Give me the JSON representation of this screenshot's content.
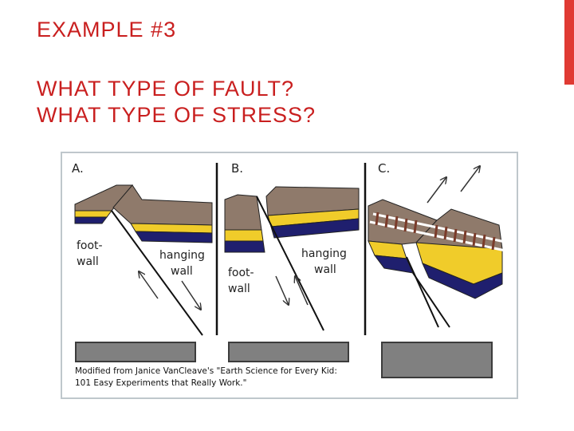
{
  "slide": {
    "heading": "EXAMPLE #3",
    "questions": [
      "WHAT TYPE OF FAULT?",
      "WHAT TYPE OF STRESS?"
    ]
  },
  "figure": {
    "panels": [
      {
        "label": "A.",
        "wall_labels": [
          "foot-",
          "wall",
          "hanging",
          "wall"
        ]
      },
      {
        "label": "B.",
        "wall_labels": [
          "hanging",
          "wall",
          "foot-",
          "wall"
        ]
      },
      {
        "label": "C."
      }
    ],
    "caption": [
      "Modified from Janice VanCleave's \"Earth Science for Every Kid:",
      "101 Easy Experiments that Really Work.\""
    ]
  },
  "colors": {
    "accent": "#e03a33",
    "heading": "#c91f1f",
    "frame": "#bfc7cc",
    "rock_brown": "#8f7a6b",
    "rock_yellow": "#f0cc2a",
    "rock_navy": "#1f1f6e",
    "answer_box": "#808080"
  }
}
